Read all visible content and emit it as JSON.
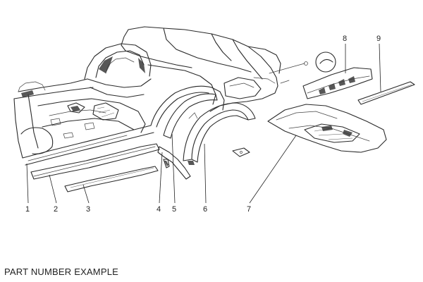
{
  "diagram": {
    "part_numbers": [
      "1",
      "2",
      "3",
      "4",
      "5",
      "6",
      "7",
      "8",
      "9"
    ]
  },
  "caption": "PART NUMBER EXAMPLE"
}
